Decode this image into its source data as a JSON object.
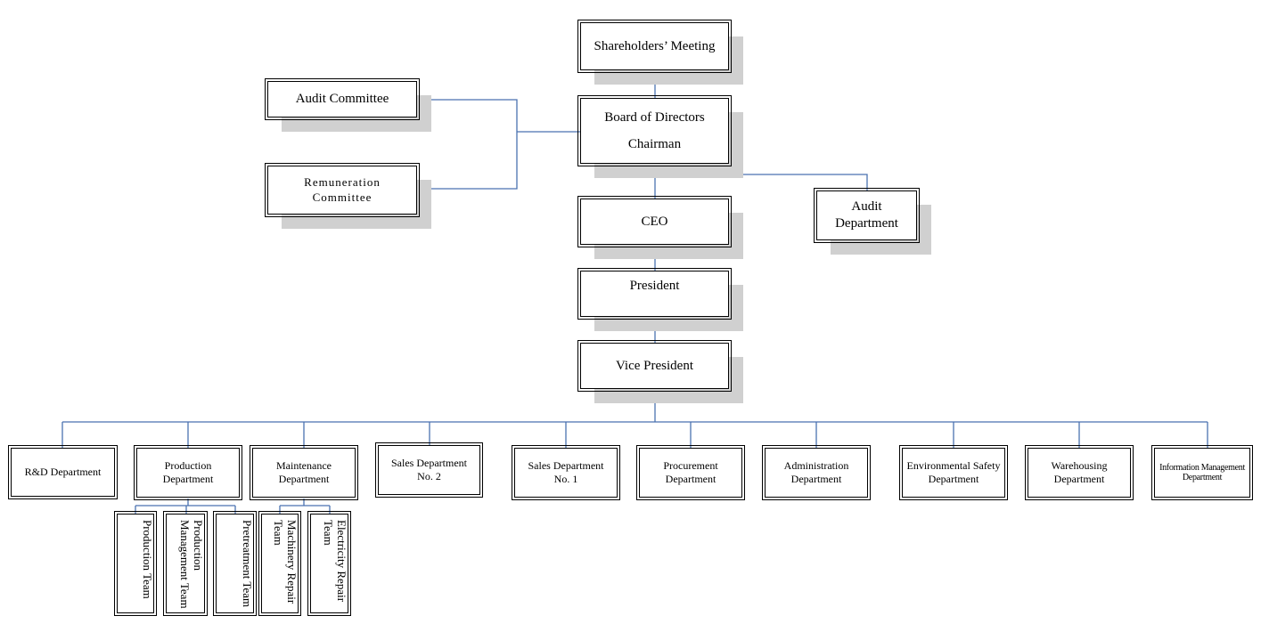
{
  "top": {
    "shareholders": "Shareholders’ Meeting",
    "board": "Board of Directors",
    "chairman": "Chairman",
    "audit_committee": "Audit Committee",
    "remuneration_committee": "Remuneration Committee",
    "ceo": "CEO",
    "audit_department": "Audit Department",
    "president": "President",
    "vice_president": "Vice President"
  },
  "departments": {
    "rd": "R&D Department",
    "production": "Production Department",
    "maintenance": "Maintenance Department",
    "sales2": "Sales Department No. 2",
    "sales1": "Sales Department No. 1",
    "procurement": "Procurement Department",
    "administration": "Administration Department",
    "environmental": "Environmental Safety Department",
    "warehousing": "Warehousing Department",
    "information": "Information Management Department"
  },
  "teams": {
    "production_team": "Production Team",
    "production_management_team": "Production Management Team",
    "pretreatment_team": "Pretreatment Team",
    "machinery_repair_team": "Machinery Repair Team",
    "electricity_repair_team": "Electricity Repair Team"
  },
  "colors": {
    "connector": "#4a72b0",
    "shadow": "#d0d0d0",
    "border": "#000000"
  }
}
